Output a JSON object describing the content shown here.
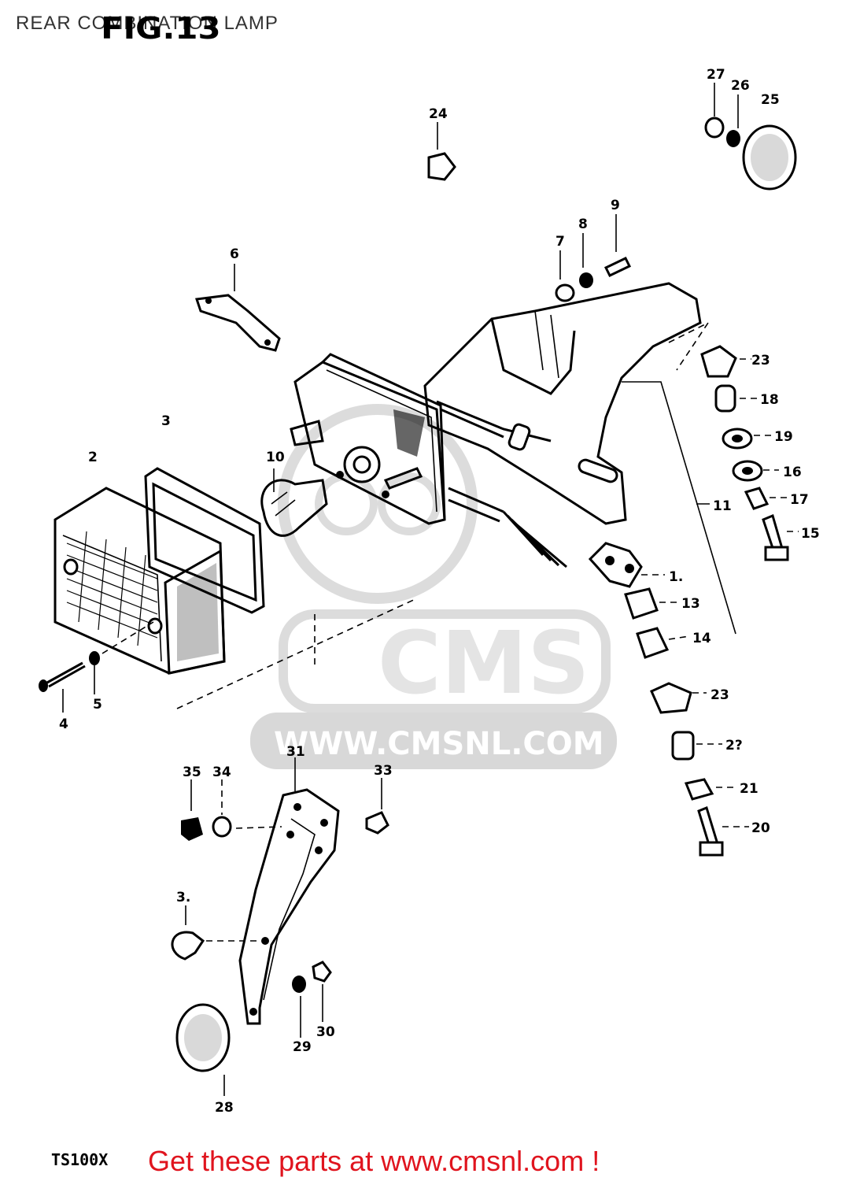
{
  "title": "REAR COMBINATION LAMP",
  "figure_label": "FIG.13",
  "model_code": "TS100X",
  "footer_cta": "Get these parts at www.cmsnl.com !",
  "watermark": {
    "brand": "CMS",
    "url": "WWW.CMSNL.COM"
  },
  "callouts": {
    "c1": "1.",
    "c2": "2",
    "c3": "3",
    "c3b": "3.",
    "c4": "4",
    "c5": "5",
    "c6": "6",
    "c7": "7",
    "c8": "8",
    "c9": "9",
    "c10": "10",
    "c11": "11",
    "c13": "13",
    "c14": "14",
    "c15": "15",
    "c16": "16",
    "c17": "17",
    "c18": "18",
    "c19": "19",
    "c20": "20",
    "c21": "21",
    "c22": "2?",
    "c23a": "23",
    "c23b": "23",
    "c24": "24",
    "c25": "25",
    "c26": "26",
    "c27": "27",
    "c28": "28",
    "c29": "29",
    "c30": "30",
    "c31": "31",
    "c33": "33",
    "c34": "34",
    "c35": "35"
  },
  "colors": {
    "cta": "#e0141e",
    "line": "#000000",
    "watermark": "#d8d8d8"
  }
}
